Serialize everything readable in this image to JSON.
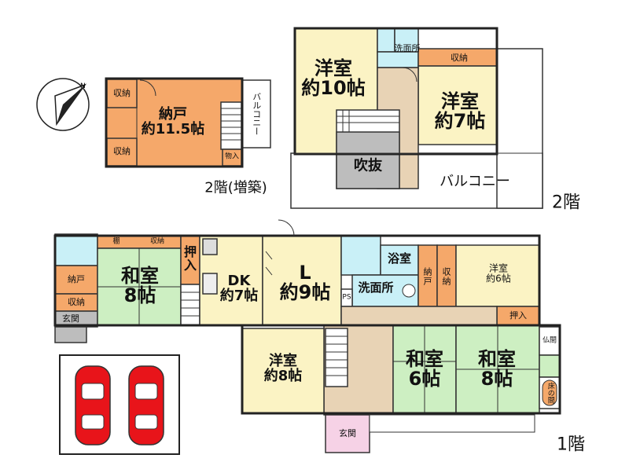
{
  "labels": {
    "f2a_storage_room": "納戸\n約11.5帖",
    "f2a_closet_top": "収納",
    "f2a_closet_bottom": "収納",
    "f2a_oshiire": "物入",
    "f2a_balcony": "バルコニー",
    "f2a_floor_label": "2階(増築)",
    "f2_western_10": "洋室\n約10帖",
    "f2_western_7": "洋室\n約7帖",
    "f2_closet": "収納",
    "f2_washroom": "洗面所",
    "f2_fukinuke": "吹抜",
    "f2_balcony": "バルコニー",
    "f2_floor_label": "2階",
    "f1_washitsu_8a": "和室\n8帖",
    "f1_shelf": "棚",
    "f1_closet_a": "収納",
    "f1_oshiire_a": "押\n入",
    "f1_dk": "DK\n約7帖",
    "f1_living": "L\n約9帖",
    "f1_bath": "浴室",
    "f1_washroom": "洗面所",
    "f1_ps": "PS",
    "f1_nando_v": "納\n戸",
    "f1_closet_v": "収\n納",
    "f1_western_6": "洋室\n約6帖",
    "f1_oshiire_b": "押入",
    "f1_storage_left": "納戸",
    "f1_closet_left": "収納",
    "f1_entrance_left": "玄関",
    "f1_western_8": "洋室\n約8帖",
    "f1_washitsu_6": "和室\n6帖",
    "f1_washitsu_8b": "和室\n8帖",
    "f1_butsuma": "仏間",
    "f1_tokonoma": "床の間",
    "f1_entrance_main": "玄関",
    "f1_floor_label": "1階"
  },
  "colors": {
    "orange": "#F5A86A",
    "cream": "#FBF3C4",
    "light_blue": "#C9F0F7",
    "green": "#CDEFC2",
    "gray": "#BDBDBD",
    "pink": "#F6D2E6",
    "tan": "#E8D3B5",
    "car_red": "#E8141A"
  }
}
